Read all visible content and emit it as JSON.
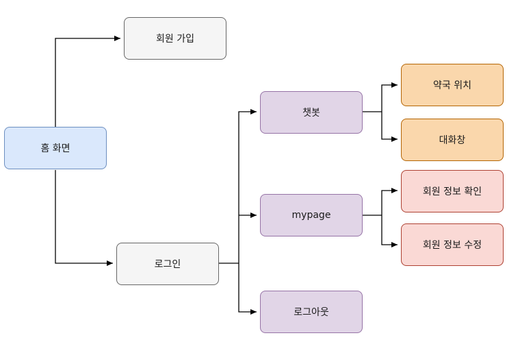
{
  "nodes": {
    "home": "홈 화면",
    "signup": "회원 가입",
    "login": "로그인",
    "chatbot": "챗봇",
    "mypage": "mypage",
    "logout": "로그아웃",
    "pharmacy_location": "약국 위치",
    "chat_window": "대화창",
    "member_info_view": "회원 정보 확인",
    "member_info_edit": "회원 정보 수정"
  },
  "colors": {
    "gray_fill": "#f5f5f5",
    "blue_fill": "#dae8fc",
    "purple_fill": "#e1d5e7",
    "orange_fill": "#fad7ac",
    "red_fill": "#fad9d5",
    "edge": "#000000"
  }
}
